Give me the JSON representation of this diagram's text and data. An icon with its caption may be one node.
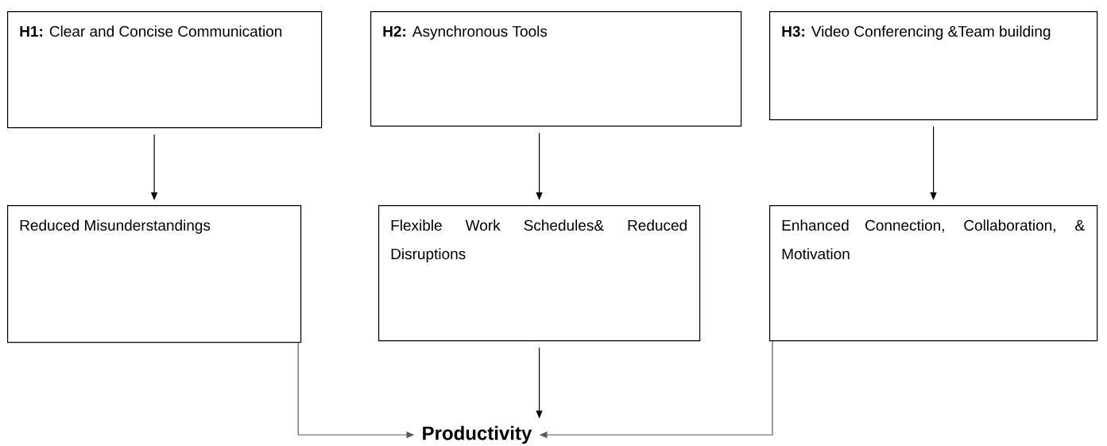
{
  "diagram": {
    "nodes": [
      {
        "text": [
          "**H1:** Clear and Concise Communication"
        ]
      },
      {
        "text": [
          "**H2:** Asynchronous Tools"
        ]
      },
      {
        "text": [
          "**H3:** Video Conferencing &Team building"
        ]
      },
      {
        "text": [
          "Reduced Misunderstandings"
        ]
      },
      {
        "text": [
          "Flexible Work Schedules& Reduced Disruptions"
        ]
      },
      {
        "text": [
          "Enhanced Connection, Collaboration, & Motivation"
        ]
      },
      {
        "text": [
          "Productivity"
        ]
      }
    ],
    "edges": [
      {
        "from": 0,
        "to": 3,
        "arrow": "to"
      },
      {
        "from": 1,
        "to": 4,
        "arrow": "to"
      },
      {
        "from": 2,
        "to": 5,
        "arrow": "to"
      },
      {
        "from": 3,
        "to": 6,
        "arrow": "to",
        "color": "#5a5a5a"
      },
      {
        "from": 4,
        "to": 6,
        "arrow": "to"
      },
      {
        "from": 5,
        "to": 6,
        "arrow": "to",
        "color": "#5a5a5a"
      }
    ]
  }
}
